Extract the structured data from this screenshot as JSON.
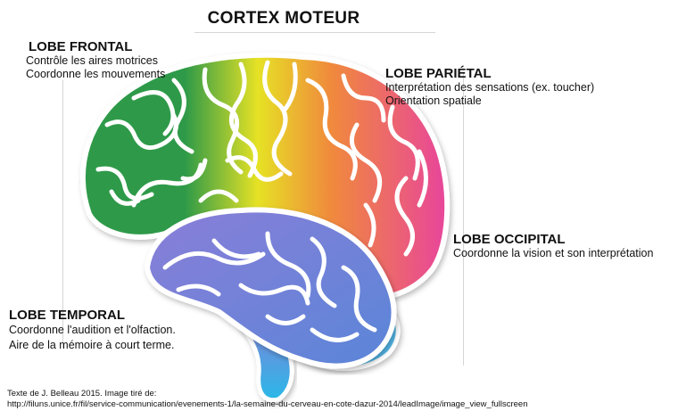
{
  "title": "CORTEX MOTEUR",
  "lobes": {
    "frontal": {
      "name": "LOBE FRONTAL",
      "lines": [
        "Contrôle les aires motrices",
        "Coordonne les mouvements"
      ]
    },
    "parietal": {
      "name": "LOBE PARIÉTAL",
      "lines": [
        "Interprétation des sensations (ex. toucher)",
        "Orientation spatiale"
      ]
    },
    "occipital": {
      "name": "LOBE OCCIPITAL",
      "lines": [
        "Coordonne la vision et son interprétation"
      ]
    },
    "temporal": {
      "name": "LOBE TEMPORAL",
      "lines": [
        "Coordonne l'audition et l'olfaction.",
        "Aire de la mémoire à court terme."
      ]
    }
  },
  "credit": {
    "line1": "Texte de J. Belleau 2015. Image tiré de:",
    "line2": "http://filuns.unice.fr/fil/service-communication/evenements-1/la-semaine-du-cerveau-en-cote-dazur-2014/leadImage/image_view_fullscreen"
  },
  "colors": {
    "frontal": "#2e9a48",
    "motor": "#e6e225",
    "parietal": "#f08a3c",
    "occipital": "#e8459c",
    "temporal": "#8a7ed8",
    "brainstem": "#29b8e8",
    "cerebellum": "#5a86d8"
  }
}
